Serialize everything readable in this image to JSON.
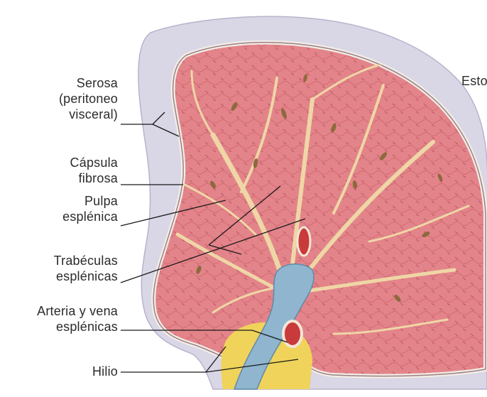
{
  "labels": {
    "serosa": "Serosa\n(peritoneo\nvisceral)",
    "capsula": "Cápsula\nfibrosa",
    "pulpa": "Pulpa\nesplénica",
    "trabeculas": "Trabéculas\nesplénicas",
    "arteria_vena": "Arteria y vena\nesplénicas",
    "hilio": "Hilio",
    "estomago_cropped": "Esto"
  },
  "colors": {
    "serosa": "#d9d6e6",
    "capsule_line": "#9d7f86",
    "pulp": "#e3848a",
    "pulp_dark": "#c75f68",
    "trabecula": "#efd6a6",
    "vein": "#8fb5cf",
    "artery": "#c93a3a",
    "fat": "#f0d35a",
    "leader": "#1a1a1a"
  }
}
